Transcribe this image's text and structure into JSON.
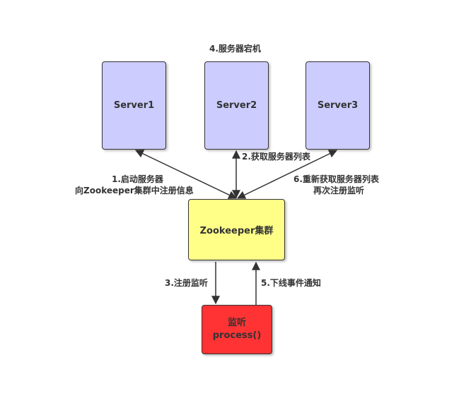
{
  "nodes": {
    "server1": "Server1",
    "server2": "Server2",
    "server3": "Server3",
    "zookeeper": "Zookeeper集群",
    "listener_line1": "监听",
    "listener_line2": "process()"
  },
  "labels": {
    "crash": "4.服务器宕机",
    "step1_line1": "1.启动服务器",
    "step1_line2": "向Zookeeper集群中注册信息",
    "step2": "2.获取服务器列表",
    "step6_line1": "6.重新获取服务器列表",
    "step6_line2": "再次注册监听",
    "step3": "3.注册监听",
    "step5": "5.下线事件通知"
  },
  "colors": {
    "server_fill": "#ccccff",
    "zookeeper_fill": "#ffff88",
    "listener_fill": "#ff3333",
    "stroke": "#333333"
  }
}
